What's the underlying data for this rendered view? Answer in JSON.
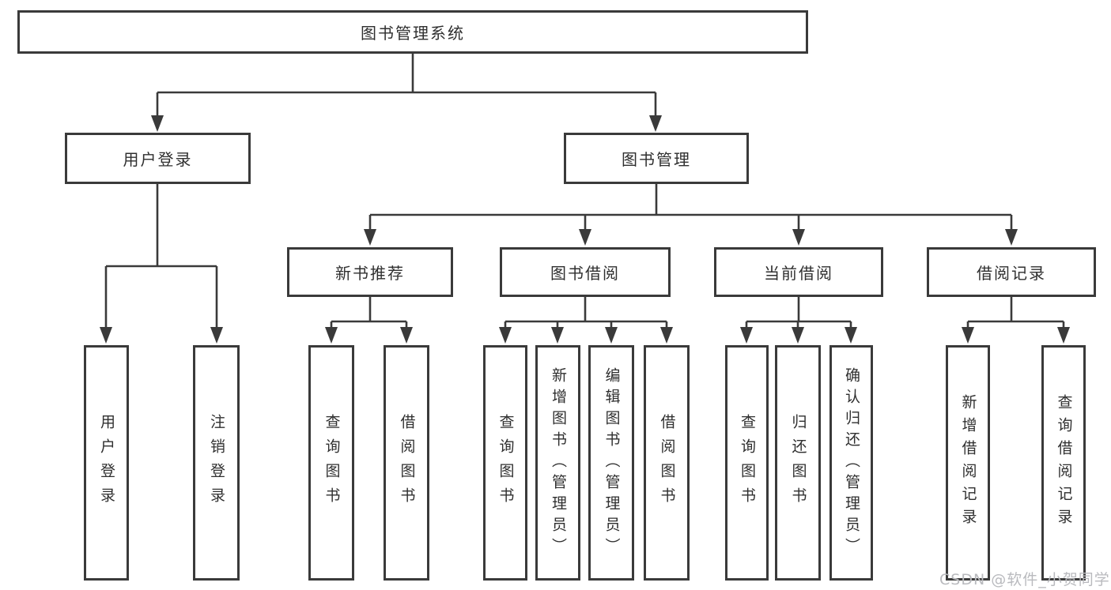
{
  "nodes": {
    "root": "图书管理系统",
    "user_login": "用户登录",
    "book_mgmt": "图书管理",
    "new_book_rec": "新书推荐",
    "book_borrow": "图书借阅",
    "current_borrow": "当前借阅",
    "borrow_records": "借阅记录",
    "ul_user_login": "用户登录",
    "ul_logout": "注销登录",
    "nbr_query_book": "查询图书",
    "nbr_borrow_book": "借阅图书",
    "bb_query_book": "查询图书",
    "bb_add_book": "新增图书（管理员）",
    "bb_edit_book": "编辑图书（管理员）",
    "bb_borrow_book": "借阅图书",
    "cb_query_book": "查询图书",
    "cb_return_book": "归还图书",
    "cb_confirm_return": "确认归还（管理员）",
    "br_add_record": "新增借阅记录",
    "br_query_record": "查询借阅记录"
  },
  "hierarchy": {
    "图书管理系统": {
      "用户登录": [
        "用户登录",
        "注销登录"
      ],
      "图书管理": {
        "新书推荐": [
          "查询图书",
          "借阅图书"
        ],
        "图书借阅": [
          "查询图书",
          "新增图书（管理员）",
          "编辑图书（管理员）",
          "借阅图书"
        ],
        "当前借阅": [
          "查询图书",
          "归还图书",
          "确认归还（管理员）"
        ],
        "借阅记录": [
          "新增借阅记录",
          "查询借阅记录"
        ]
      }
    }
  },
  "watermark": "CSDN @软件_小贺同学",
  "colors": {
    "line": "#3a3a3a",
    "text": "#2f2f2f",
    "watermark": "#b9babe",
    "background": "#ffffff"
  }
}
